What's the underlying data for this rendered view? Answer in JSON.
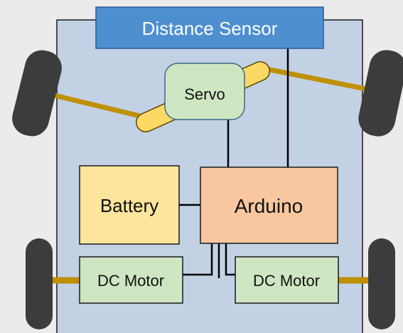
{
  "diagram": {
    "sensor_label": "Distance Sensor",
    "servo_label": "Servo",
    "battery_label": "Battery",
    "arduino_label": "Arduino",
    "motor_left_label": "DC Motor",
    "motor_right_label": "DC Motor"
  },
  "colors": {
    "background": "#ebebeb",
    "chassis": "#c3d1e4",
    "sensor": "#4e8fd0",
    "servo": "#cfe6c2",
    "battery": "#fde59c",
    "arduino": "#f8c7a0",
    "motor": "#cfe6c2",
    "axle": "#bf9000",
    "steering_link": "#fcd865",
    "wheel": "#3c3c3c",
    "wire": "#000000"
  }
}
